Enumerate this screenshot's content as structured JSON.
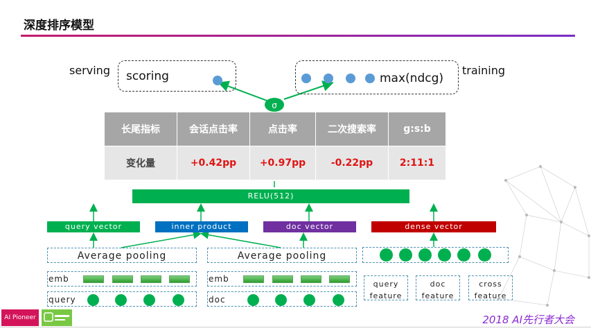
{
  "slide": {
    "title": "深度排序模型"
  },
  "top": {
    "serving_label": "serving",
    "training_label": "training",
    "scoring_label": "scoring",
    "maxndcg_label": "max(ndcg)",
    "sigma_label": "σ"
  },
  "table": {
    "headers": [
      "长尾指标",
      "会话点击率",
      "点击率",
      "二次搜索率",
      "g:s:b"
    ],
    "row": [
      "变化量",
      "+0.42pp",
      "+0.97pp",
      "-0.22pp",
      "2:11:1"
    ]
  },
  "relu_label": "RELU(512)",
  "bars": {
    "query_vector": "query vector",
    "inner_product": "inner product",
    "doc_vector": "doc vector",
    "dense_vector": "dense vector"
  },
  "pooling": {
    "left": "Average pooling",
    "right": "Average pooling"
  },
  "emb": {
    "left": "emb",
    "right": "emb"
  },
  "input": {
    "query": "query",
    "doc": "doc"
  },
  "features": {
    "query": "query feature",
    "doc": "doc feature",
    "cross": "cross feature"
  },
  "footer": {
    "badge": "AI Pioneer",
    "logo": "爱奇艺",
    "conference": "2018 AI先行者大会"
  },
  "colors": {
    "green": "#00b050",
    "blue": "#0070c0",
    "purple": "#7030a0",
    "red": "#c00000",
    "dot_blue": "#5b9bd5"
  }
}
